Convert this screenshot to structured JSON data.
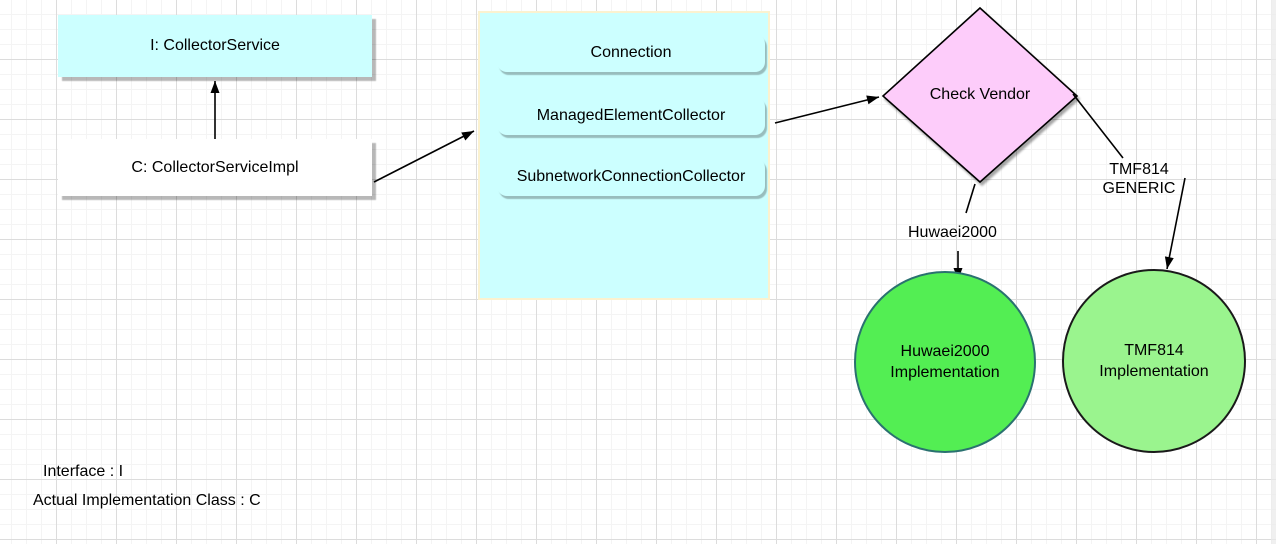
{
  "diagram": {
    "interface_node": {
      "label": "I: CollectorService"
    },
    "impl_node": {
      "label": "C: CollectorServiceImpl"
    },
    "collectors": [
      {
        "label": "Connection"
      },
      {
        "label": "ManagedElementCollector"
      },
      {
        "label": "SubnetworkConnectionCollector"
      }
    ],
    "decision_node": {
      "label": "Check Vendor"
    },
    "edge_labels": {
      "huwaei": "Huwaei2000",
      "tmf814": "TMF814\nGENERIC"
    },
    "huwaei_circle": {
      "label": "Huwaei2000\nImplementation"
    },
    "tmf814_circle": {
      "label": "TMF814\nImplementation"
    },
    "legend": {
      "line1": "Interface : I",
      "line2": "Actual Implementation Class : C"
    },
    "colors": {
      "node_cyan": "#ccffff",
      "container_border": "#fbf2d0",
      "diamond_fill": "#fdccfa",
      "diamond_stroke": "#000000",
      "huwaei_circle_fill": "#53ee53",
      "huwaei_circle_border": "#2a7170",
      "tmf814_circle_fill": "#9af48e",
      "tmf814_circle_border": "#1a1a1a",
      "edge_color": "#000000",
      "grid_minor": "#f4f4f4",
      "grid_major": "#dcdcdc"
    }
  }
}
